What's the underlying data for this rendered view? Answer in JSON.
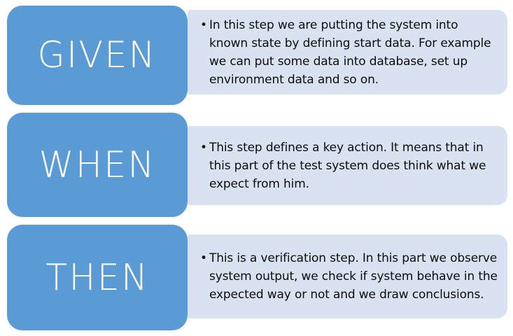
{
  "colors": {
    "keyword_block": "#5b9bd5",
    "description_panel": "#d9e2f0",
    "keyword_text": "#ffffff",
    "description_text": "#0d0d0d",
    "background": "#ffffff"
  },
  "bullet_glyph": "•",
  "steps": [
    {
      "keyword": "GIVEN",
      "description": "In this step we are putting the system into known state by defining start data. For example we can put some data into database, set up environment data and so on."
    },
    {
      "keyword": "WHEN",
      "description": "This step defines a key action. It means that in this part of the test system does think what we expect from him."
    },
    {
      "keyword": "THEN",
      "description": "This is a verification step. In this part we observe system output, we check if system behave in the expected way or not and we draw conclusions."
    }
  ]
}
